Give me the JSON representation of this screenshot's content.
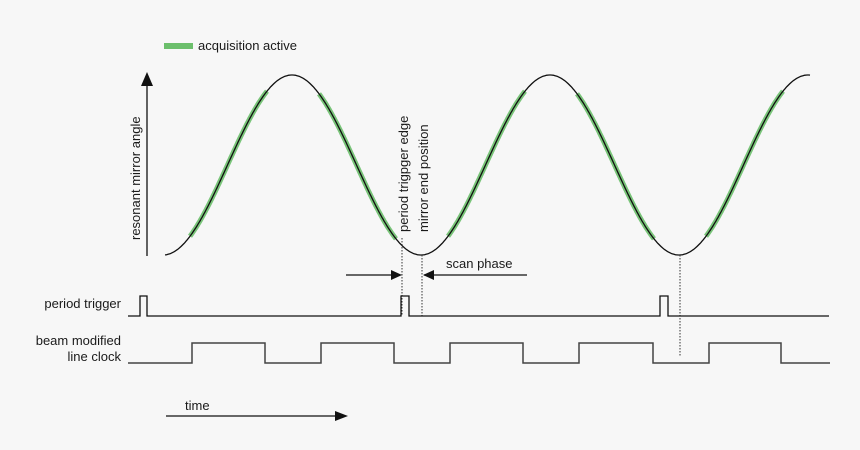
{
  "legend": {
    "label": "acquisition active",
    "color": "#6cbf6c"
  },
  "axes": {
    "y_label": "resonant mirror angle",
    "x_label": "time"
  },
  "annotations": {
    "period_trigger_edge": "period trigpger edge",
    "mirror_end_position": "mirror end position",
    "scan_phase": "scan phase"
  },
  "signals": {
    "period_trigger": "period trigger",
    "line_clock_line1": "beam modified",
    "line_clock_line2": "line clock"
  },
  "colors": {
    "background": "#f7f7f7",
    "line": "#1a1a1a",
    "acquisition": "#6cbf6c",
    "clock": "#444444"
  }
}
